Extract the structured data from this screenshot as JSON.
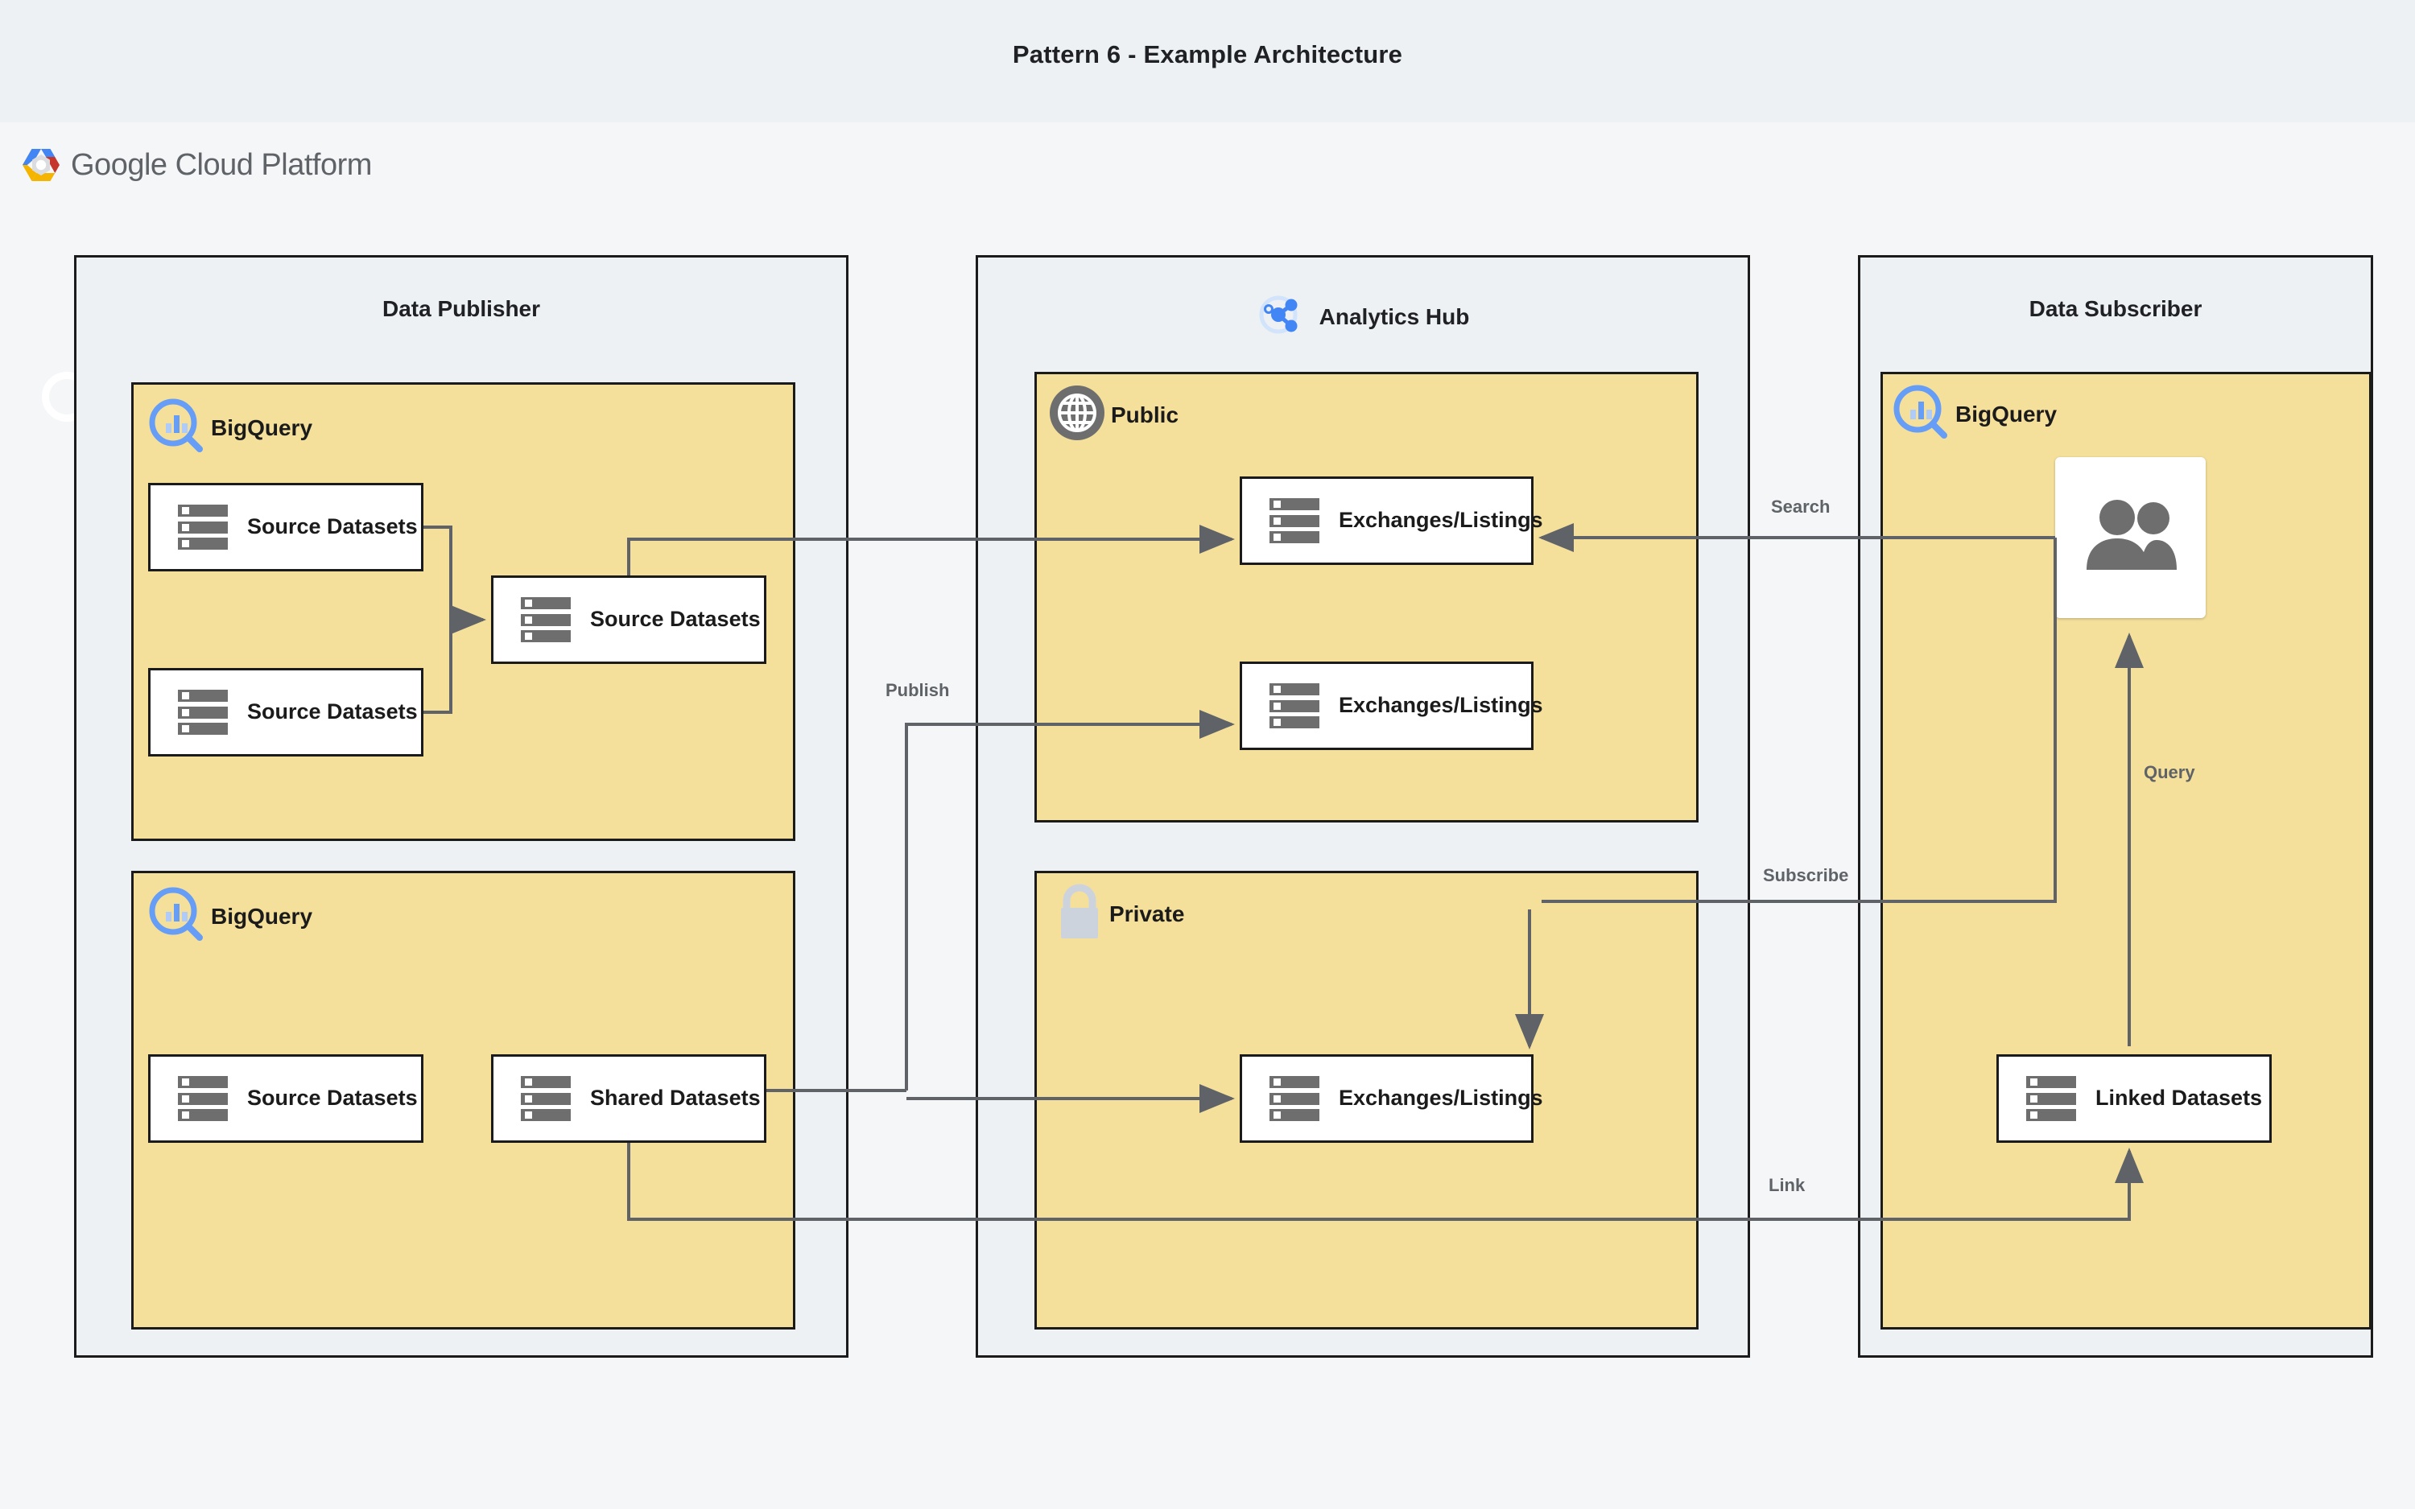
{
  "page": {
    "title": "Pattern 6 - Example Architecture",
    "brand": "Google Cloud Platform",
    "brand_icon": "gcp-hexagon-logo",
    "colors": {
      "header_bg": "#eef1f3",
      "canvas_bg": "#f5f6f7",
      "group_yellow": "#f5e09b",
      "border_dark": "#1b1b1b",
      "icon_gray": "#6e6e6e",
      "bigquery_blue": "#669df6",
      "analytics_hub_blue": "#4285f4",
      "lock_gray": "#cdd3dd",
      "label_gray": "#5f6368"
    }
  },
  "lanes": [
    {
      "id": "data-publisher",
      "title": "Data Publisher",
      "icon": null
    },
    {
      "id": "analytics-hub",
      "title": "Analytics Hub",
      "icon": "analytics-hub-share-icon"
    },
    {
      "id": "data-subscriber",
      "title": "Data Subscriber",
      "icon": null
    }
  ],
  "groups": {
    "publisher_top": {
      "label": "BigQuery",
      "icon": "bigquery-icon"
    },
    "publisher_bottom": {
      "label": "BigQuery",
      "icon": "bigquery-icon"
    },
    "hub_public": {
      "label": "Public",
      "icon": "globe-icon"
    },
    "hub_private": {
      "label": "Private",
      "icon": "lock-icon"
    },
    "subscriber": {
      "label": "BigQuery",
      "icon": "bigquery-icon"
    }
  },
  "nodes": {
    "pub_src_1": {
      "label": "Source Datasets",
      "icon": "datasets-icon"
    },
    "pub_src_2": {
      "label": "Source Datasets",
      "icon": "datasets-icon"
    },
    "pub_src_mid": {
      "label": "Source Datasets",
      "icon": "datasets-icon"
    },
    "pub_src_3": {
      "label": "Source Datasets",
      "icon": "datasets-icon"
    },
    "pub_shared": {
      "label": "Shared Datasets",
      "icon": "datasets-icon"
    },
    "hub_pub_1": {
      "label": "Exchanges/Listings",
      "icon": "datasets-icon"
    },
    "hub_pub_2": {
      "label": "Exchanges/Listings",
      "icon": "datasets-icon"
    },
    "hub_priv_1": {
      "label": "Exchanges/Listings",
      "icon": "datasets-icon"
    },
    "sub_users": {
      "label": "",
      "icon": "users-icon"
    },
    "sub_linked": {
      "label": "Linked Datasets",
      "icon": "datasets-icon"
    }
  },
  "edges": [
    {
      "id": "publish",
      "label": "Publish"
    },
    {
      "id": "search",
      "label": "Search"
    },
    {
      "id": "subscribe",
      "label": "Subscribe"
    },
    {
      "id": "query",
      "label": "Query"
    },
    {
      "id": "link",
      "label": "Link"
    }
  ]
}
